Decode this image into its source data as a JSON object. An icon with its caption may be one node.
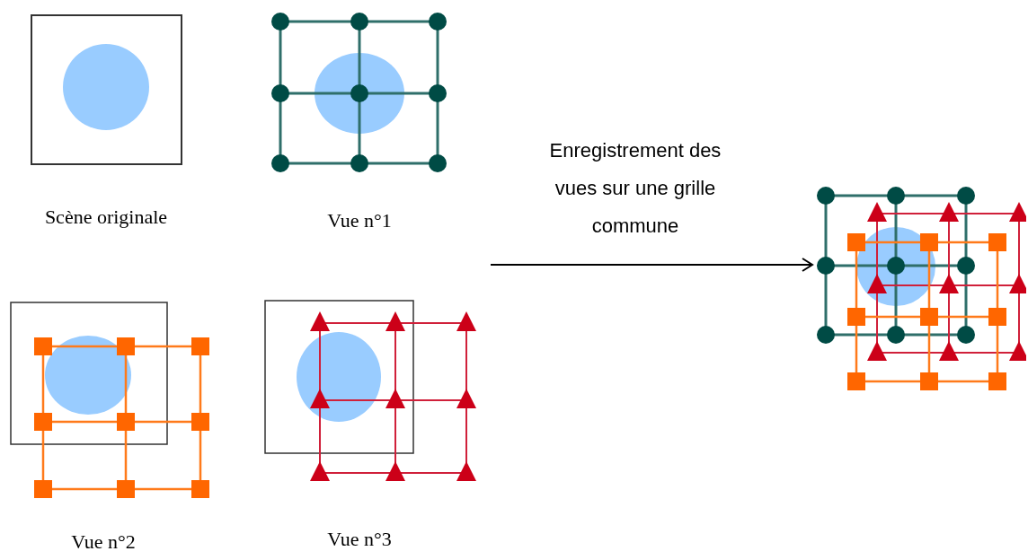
{
  "diagram": {
    "nodes": [
      {
        "text": [],
        "shape": "picture",
        "beside": [
          "Scène originale"
        ]
      },
      {
        "text": [],
        "shape": "picture",
        "beside": [
          "Vue n°1"
        ]
      },
      {
        "text": [],
        "shape": "picture",
        "beside": [
          "Vue n°2"
        ]
      },
      {
        "text": [],
        "shape": "picture",
        "beside": [
          "Vue n°3"
        ]
      },
      {
        "text": [],
        "shape": "picture"
      }
    ],
    "edges": [
      {
        "from": null,
        "to": 4,
        "arrow": "to",
        "label": "Enregistrement des vues sur une grille commune"
      }
    ]
  }
}
